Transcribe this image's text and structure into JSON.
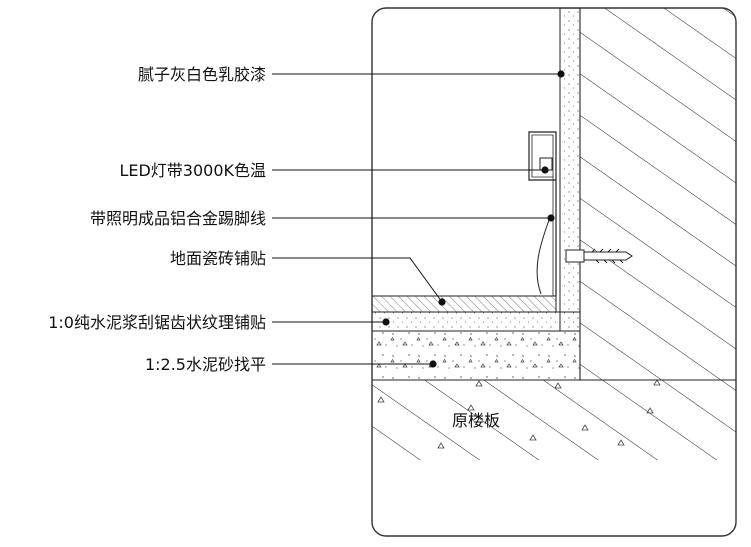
{
  "labels": [
    {
      "id": "paint",
      "text": "腻子灰白色乳胶漆"
    },
    {
      "id": "led",
      "text": "LED灯带3000K色温"
    },
    {
      "id": "skirting",
      "text": "带照明成品铝合金踢脚线"
    },
    {
      "id": "tile",
      "text": "地面瓷砖铺贴"
    },
    {
      "id": "mortar-bed",
      "text": "1:0纯水泥浆刮锯齿状纹理铺贴"
    },
    {
      "id": "screed",
      "text": "1:2.5水泥砂找平"
    }
  ],
  "slab_label": "原楼板",
  "colors": {
    "line": "#111111",
    "background": "#ffffff",
    "panel_border": "#333333"
  }
}
